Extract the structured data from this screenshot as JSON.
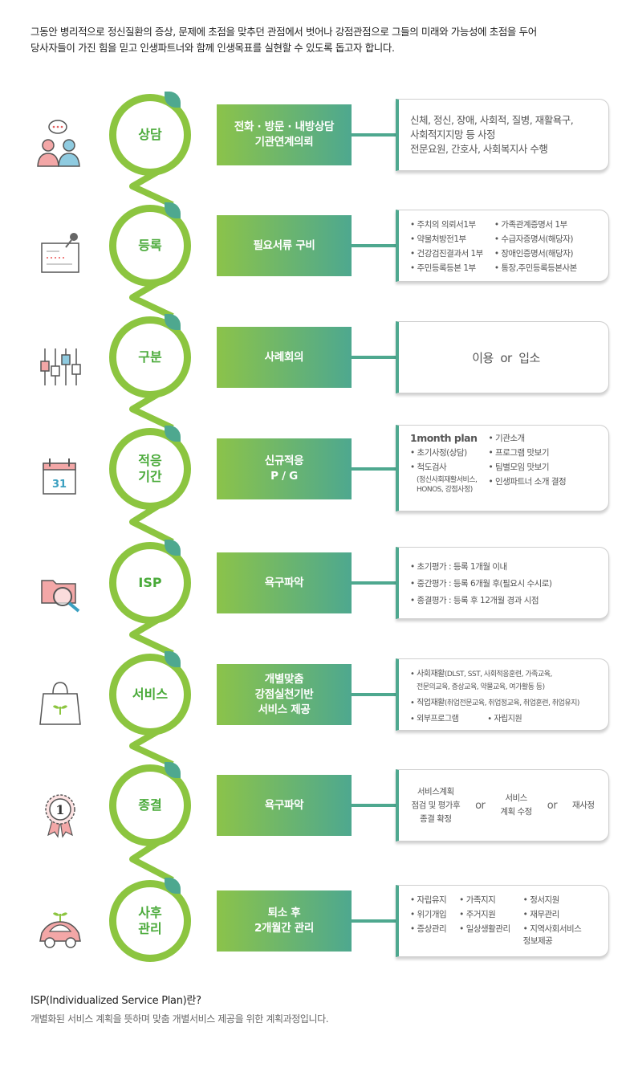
{
  "intro": {
    "line1": "그동안 병리적으로 정신질환의 증상, 문제에 초점을 맞추던 관점에서 벗어나 강점관점으로 그들의 미래와 가능성에 초점을 두어",
    "line2": "당사자들이 가진 힘을 믿고 인생파트너와 함께 인생목표를 실현할 수 있도록 돕고자 합니다."
  },
  "colors": {
    "green": "#8cc540",
    "teal": "#4ea88f",
    "label": "#4aaa3a"
  },
  "steps": [
    {
      "label": "상담",
      "icon": "chat-people-icon",
      "pill": "전화 · 방문 · 내방상담\n기관연계의뢰",
      "detail": "신체, 정신, 장애, 사회적, 질병, 재활욕구,\n사회적지지망 등 사정\n전문요원, 간호사, 사회복지사 수행"
    },
    {
      "label": "등록",
      "icon": "document-pin-icon",
      "pill": "필요서류 구비",
      "col1": [
        "주치의 의뢰서1부",
        "약물처방전1부",
        "건강검진결과서 1부",
        "주민등록등본 1부"
      ],
      "col2": [
        "가족관계증명서 1부",
        "수급자증명서(해당자)",
        "장애인증명서(해당자)",
        "통장,주민등록등본사본"
      ]
    },
    {
      "label": "구분",
      "icon": "sliders-icon",
      "pill": "사례회의",
      "detail": "이용  or  입소"
    },
    {
      "label": "적응\n기간",
      "icon": "calendar-icon",
      "calendar_day": "31",
      "pill": "신규적응\nP / G",
      "heading": "1month plan",
      "col1": [
        "초기사정(상담)",
        "척도검사"
      ],
      "note": "(정신사회재활서비스,\nHONOS, 강점사정)",
      "col2": [
        "기관소개",
        "프로그램 맛보기",
        "팀별모임 맛보기",
        "인생파트너 소개 결정"
      ]
    },
    {
      "label": "ISP",
      "icon": "folder-search-icon",
      "pill": "욕구파악",
      "col1": [
        "초기평가 : 등록 1개월 이내",
        "중간평가 : 등록 6개월 후(필요시 수시로)",
        "종결평가 : 등록 후 12개월 경과 시점"
      ]
    },
    {
      "label": "서비스",
      "icon": "shopping-bag-icon",
      "pill": "개별맞춤\n강점실천기반\n서비스 제공",
      "svc1": "사회재활",
      "svc1_note": "(DLST, SST, 사회적응훈련, 가족교육,",
      "svc1_note2": "전문의교육, 증상교육, 약물교육, 여가활동 등)",
      "svc2": "직업재활",
      "svc2_note": "(취업전문교육, 취업정교육, 취업훈련, 취업유지)",
      "svc3": "외부프로그램",
      "svc4": "자립지원"
    },
    {
      "label": "종결",
      "icon": "award-ribbon-icon",
      "badge": "1",
      "pill": "욕구파악",
      "opt1": "서비스계획\n점검 및 평가후\n종결 확정",
      "or": "or",
      "opt2": "서비스\n계획 수정",
      "opt3": "재사정"
    },
    {
      "label": "사후\n관리",
      "icon": "car-sprout-icon",
      "pill": "퇴소 후\n2개월간 관리",
      "col1": [
        "자립유지",
        "위기개입",
        "증상관리"
      ],
      "col2": [
        "가족지지",
        "주거지원",
        "일상생활관리"
      ],
      "col3": [
        "정서지원",
        "재무관리",
        "지역사회서비스\n정보제공"
      ]
    }
  ],
  "footer": {
    "title": "ISP(Individualized Service Plan)란?",
    "desc": "개별화된 서비스 계획을 뜻하며 맞춤 개별서비스 제공을 위한 계획과정입니다."
  }
}
